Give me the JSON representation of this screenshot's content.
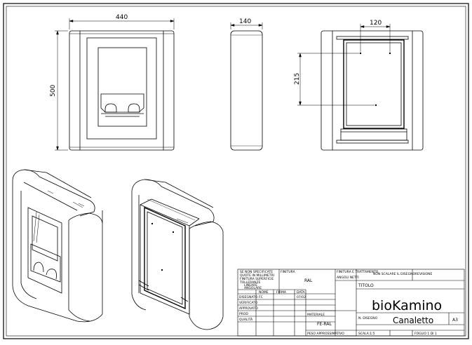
{
  "dimensions": {
    "front_width": "440",
    "front_height": "500",
    "side_depth": "140",
    "rear_width": "120",
    "rear_height": "215"
  },
  "title_block": {
    "notes": [
      "SE NON SPECIFICATE",
      "QUOTE IN MILLIMETRI",
      "FINITURA SUPERFICIE",
      "TOLLERANZE",
      "LINEARE",
      "ANGOLARE"
    ],
    "finish_label": "FINITURA",
    "finish_value": "RAL",
    "trattamento": "FINITURA E TRATTAMENTO",
    "angle_note": "ANGOLI NETTI",
    "scale_note": "NON SCALARE IL DISEGNO",
    "revision_label": "REVISIONE",
    "col_nome": "NOME",
    "col_firma": "FIRMA",
    "col_data": "DATA",
    "row_disegnato": "DISEGNATO",
    "drawn_by": "FC",
    "drawn_date": "07/02",
    "row_verificato": "VERIFICATO",
    "row_approvato": "APPROVATO",
    "row_prod": "PROD",
    "row_qualita": "QUALITÀ",
    "material_label": "MATERIALE",
    "material_value": "FE-RAL",
    "titolo_label": "TITOLO",
    "brand": "bioKamino",
    "model": "Canaletto",
    "disegno_label": "N. DISEGNO",
    "sheet_size": "A3",
    "peso_label": "PESO APPROSSIMATIVO",
    "scala_label": "SCALA:1:5",
    "foglio_label": "FOGLIO 1 DI 1"
  }
}
